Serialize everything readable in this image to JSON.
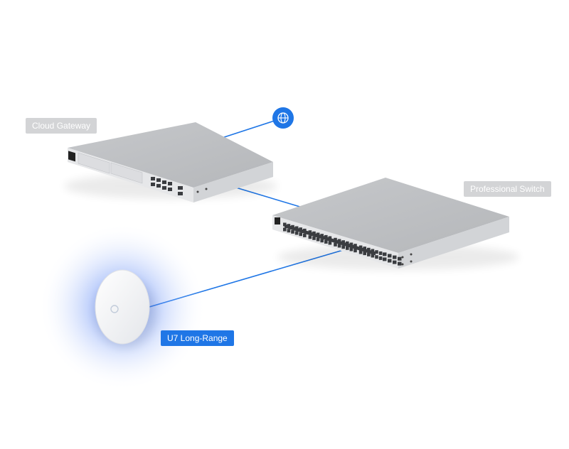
{
  "labels": {
    "cloud_gateway": "Cloud Gateway",
    "professional_switch": "Professional Switch",
    "access_point": "U7 Long-Range"
  },
  "icons": {
    "internet": "globe-icon"
  },
  "colors": {
    "link_line": "#1f76e6",
    "tag_gray": "#d3d4d6",
    "tag_blue": "#1f76e6",
    "device_silver": "#c9cbce",
    "ap_glow": "#4a7cf5"
  }
}
